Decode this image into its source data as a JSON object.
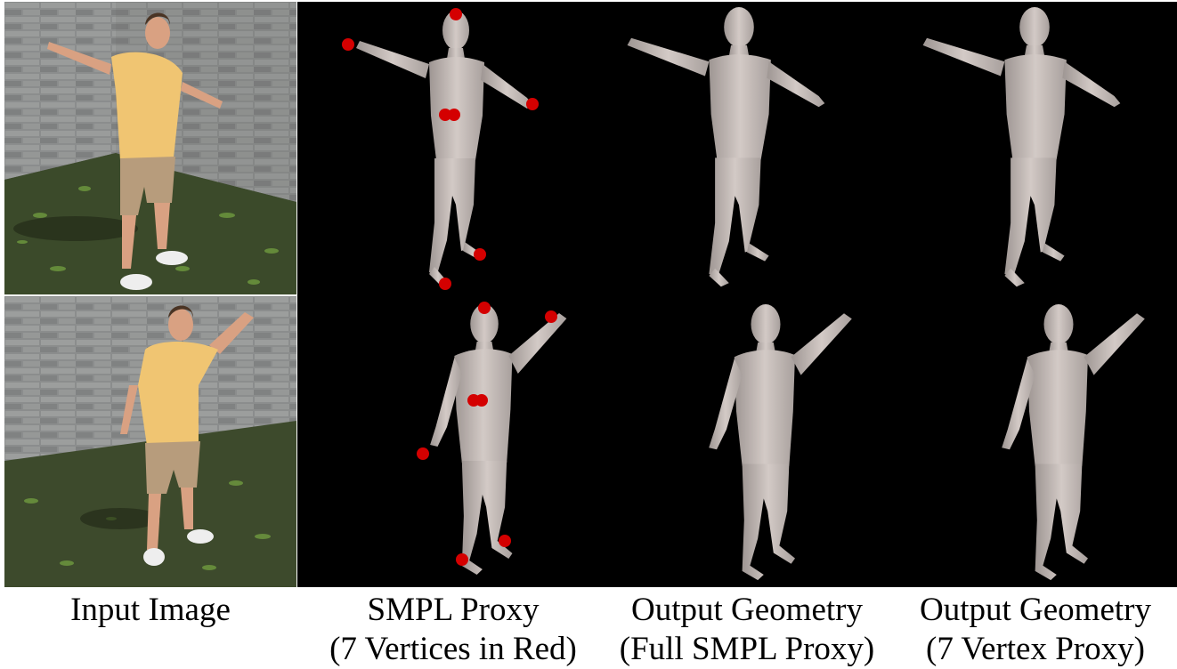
{
  "columns": [
    {
      "id": "input",
      "caption_lines": [
        "Input Image"
      ]
    },
    {
      "id": "smpl",
      "caption_lines": [
        "SMPL Proxy",
        "(7 Vertices in Red)"
      ]
    },
    {
      "id": "full",
      "caption_lines": [
        "Output Geometry",
        "(Full SMPL Proxy)"
      ]
    },
    {
      "id": "seven",
      "caption_lines": [
        "Output Geometry",
        "(7 Vertex Proxy)"
      ]
    }
  ],
  "colors": {
    "background": "#000000",
    "mesh": "#c9bfbc",
    "vertex_marker": "#d40000",
    "shirt": "#f0c572",
    "shorts": "#b79c7c",
    "skin": "#d9a182",
    "wall": "#8a8c8c",
    "ground": "#3d4a2c"
  },
  "rows": [
    {
      "id": "row-1",
      "pose": "t-pose"
    },
    {
      "id": "row-2",
      "pose": "arm-raised"
    }
  ]
}
